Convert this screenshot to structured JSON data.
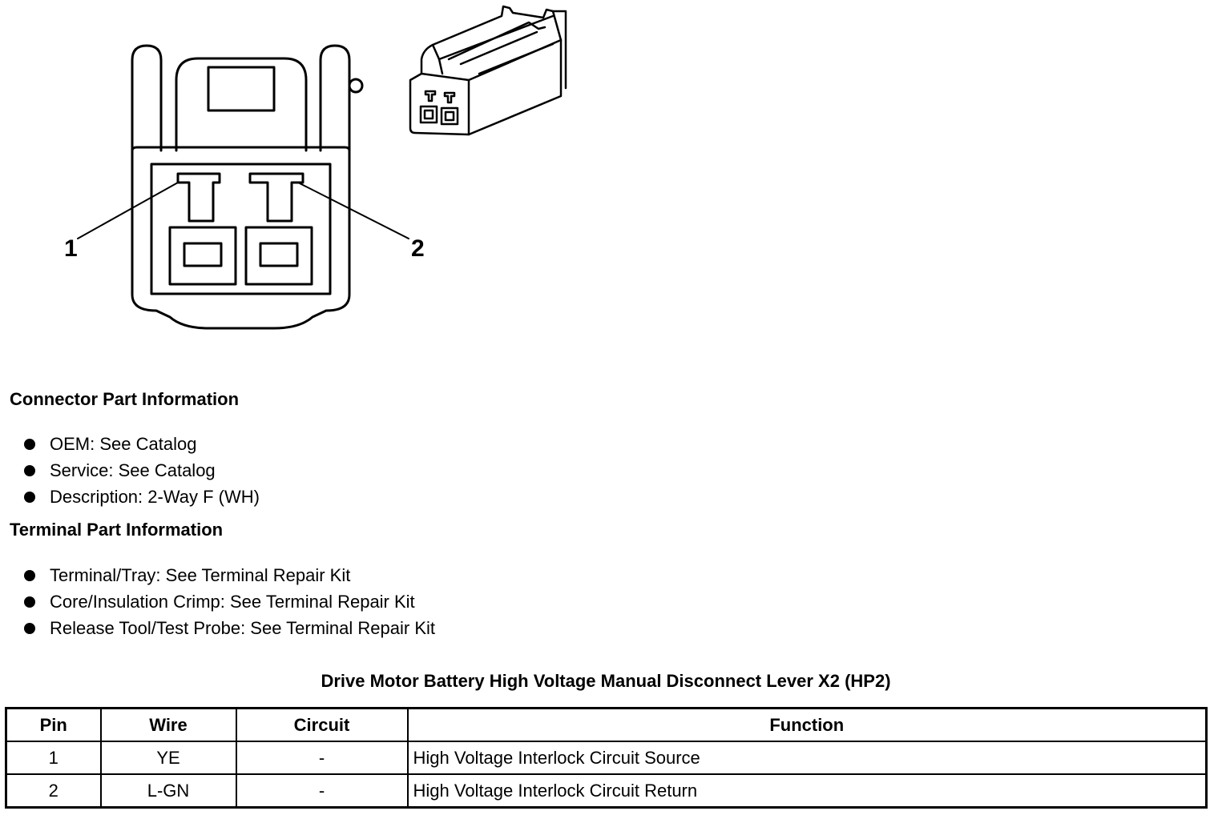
{
  "diagram": {
    "callouts": [
      "1",
      "2"
    ]
  },
  "connector_part_info": {
    "title": "Connector Part Information",
    "items": [
      "OEM: See Catalog",
      "Service: See Catalog",
      "Description: 2-Way F (WH)"
    ]
  },
  "terminal_part_info": {
    "title": "Terminal Part Information",
    "items": [
      "Terminal/Tray: See Terminal Repair Kit",
      "Core/Insulation Crimp: See Terminal Repair Kit",
      "Release Tool/Test Probe: See Terminal Repair Kit"
    ]
  },
  "pin_table": {
    "title": "Drive Motor Battery High Voltage Manual Disconnect Lever X2 (HP2)",
    "headers": [
      "Pin",
      "Wire",
      "Circuit",
      "Function"
    ],
    "rows": [
      [
        "1",
        "YE",
        "-",
        "High Voltage Interlock Circuit Source"
      ],
      [
        "2",
        "L-GN",
        "-",
        "High Voltage Interlock Circuit Return"
      ]
    ]
  }
}
